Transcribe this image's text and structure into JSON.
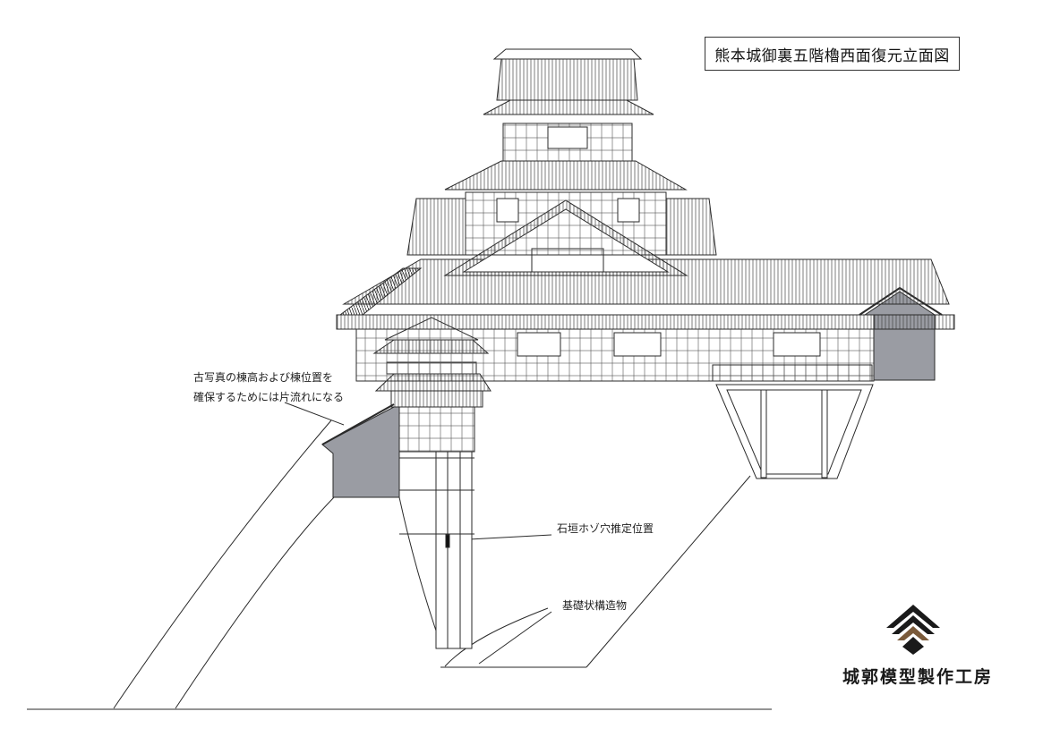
{
  "title": "熊本城御裏五階櫓西面復元立面図",
  "annotations": {
    "roof_note_line1": "古写真の棟高および棟位置を",
    "roof_note_line2": "確保するためには片流れになる",
    "mortise_note": "石垣ホゾ穴推定位置",
    "foundation_note": "基礎状構造物"
  },
  "brand": {
    "name": "城郭模型製作工房",
    "logo_icon": "stacked-chevron-roof-logo",
    "logo_colors": [
      "#1a1a1a",
      "#7a5a3a"
    ]
  },
  "colors": {
    "shaded_wall": "#9a9ca3",
    "line": "#2a2a2a"
  }
}
